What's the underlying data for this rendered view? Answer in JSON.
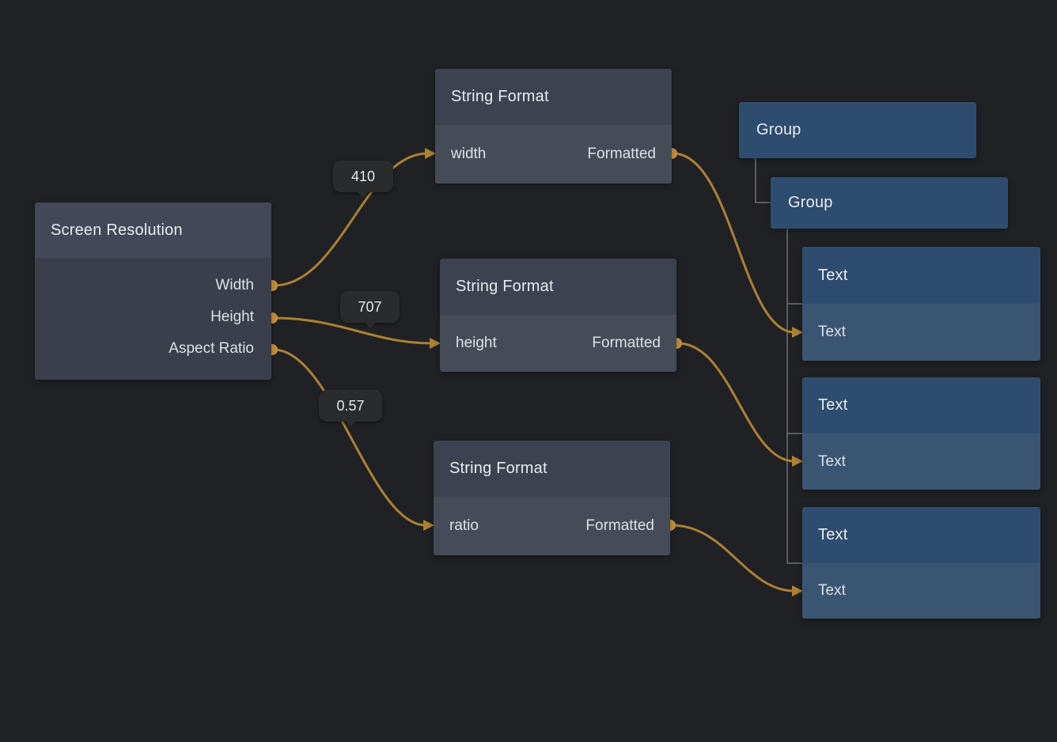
{
  "graph": {
    "screen_resolution": {
      "title": "Screen Resolution",
      "outputs": [
        {
          "label": "Width"
        },
        {
          "label": "Height"
        },
        {
          "label": "Aspect Ratio"
        }
      ]
    },
    "string_format_nodes": [
      {
        "title": "String Format",
        "input_label": "width",
        "output_label": "Formatted"
      },
      {
        "title": "String Format",
        "input_label": "height",
        "output_label": "Formatted"
      },
      {
        "title": "String Format",
        "input_label": "ratio",
        "output_label": "Formatted"
      }
    ],
    "group_nodes": [
      {
        "title": "Group"
      },
      {
        "title": "Group"
      }
    ],
    "text_nodes": [
      {
        "title": "Text",
        "input_label": "Text"
      },
      {
        "title": "Text",
        "input_label": "Text"
      },
      {
        "title": "Text",
        "input_label": "Text"
      }
    ],
    "wire_values": [
      {
        "value": "410"
      },
      {
        "value": "707"
      },
      {
        "value": "0.57"
      }
    ],
    "colors": {
      "background": "#202124",
      "wire": "#ac8133",
      "port": "#c9933e",
      "gray_node_header": "#424857",
      "gray_node_body": "#3a3f4b",
      "format_node_header": "#3d4251",
      "format_node_body": "#464b58",
      "blue_node_header": "#2e4d6e",
      "blue_node_body": "#3a5572",
      "value_badge_background": "#2a2b2d",
      "hierarchy_line": "#6e7174"
    }
  }
}
